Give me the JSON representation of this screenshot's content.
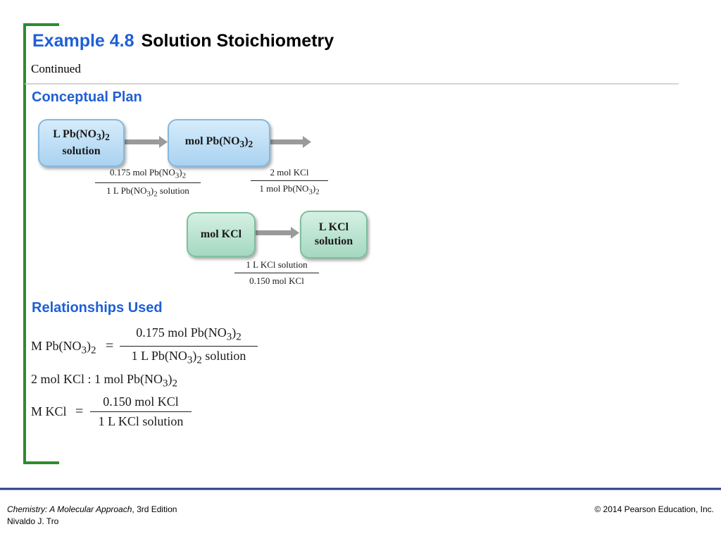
{
  "header": {
    "example_label": "Example 4.8",
    "title": "Solution Stoichiometry",
    "continued": "Continued"
  },
  "conceptual_plan": {
    "heading": "Conceptual Plan",
    "boxes": {
      "l_pbno32_line1": "L Pb(NO",
      "l_pbno32_line2": "solution",
      "mol_pbno32": "mol Pb(NO",
      "mol_kcl": "mol KCl",
      "l_kcl_line1": "L KCl",
      "l_kcl_line2": "solution"
    },
    "factors": {
      "f1_num": "0.175 mol Pb(NO",
      "f1_den_a": "1 L Pb(NO",
      "f1_den_b": " solution",
      "f2_num": "2 mol KCl",
      "f2_den": "1 mol Pb(NO",
      "f3_num": "1 L KCl solution",
      "f3_den": "0.150 mol KCl"
    },
    "sub3": "3",
    "sub2": "2",
    "paren_close": ")"
  },
  "relationships": {
    "heading": "Relationships Used",
    "eq1_left": "M Pb(NO",
    "equals": "=",
    "eq1_num": "0.175 mol Pb(NO",
    "eq1_den_a": "1  L  Pb(NO",
    "eq1_den_b": "  solution",
    "eq2": "2 mol KCl : 1 mol Pb(NO",
    "eq3_left": "M KCl",
    "eq3_num": "0.150 mol KCl",
    "eq3_den": "1 L KCl solution"
  },
  "footer": {
    "book_title": "Chemistry: A Molecular Approach",
    "edition": ", 3rd Edition",
    "author": "Nivaldo J. Tro",
    "copyright": "© 2014 Pearson Education, Inc."
  },
  "colors": {
    "accent_blue": "#1f5fd6",
    "frame_green": "#2e8b2e",
    "footer_line": "#2b3a8c"
  }
}
